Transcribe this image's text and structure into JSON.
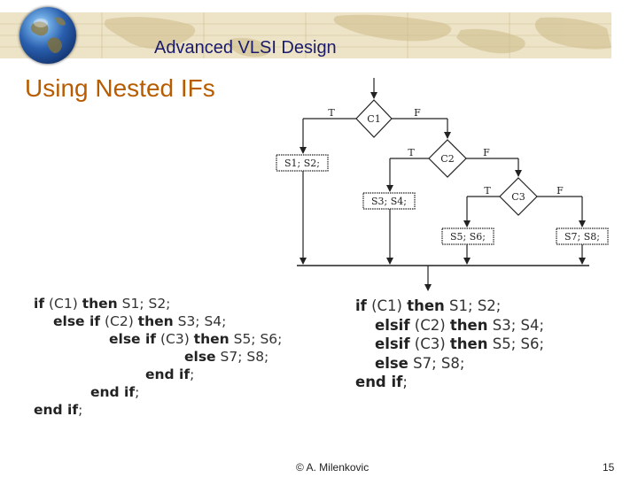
{
  "header": {
    "course_title": "Advanced VLSI Design",
    "globe_icon": "globe-icon"
  },
  "slide": {
    "title": "Using Nested IFs"
  },
  "flowchart": {
    "conditions": [
      "C1",
      "C2",
      "C3"
    ],
    "statements": [
      "S1; S2;",
      "S3; S4;",
      "S5; S6;",
      "S7; S8;"
    ],
    "true_label": "T",
    "false_label": "F"
  },
  "code_left": [
    [
      {
        "t": "if",
        "k": true
      },
      {
        "t": " (C1) ",
        "k": false
      },
      {
        "t": "then",
        "k": true
      },
      {
        "t": " S1; S2;",
        "k": false
      }
    ],
    [
      {
        "t": "else if",
        "k": true
      },
      {
        "t": " (C2) ",
        "k": false
      },
      {
        "t": "then",
        "k": true
      },
      {
        "t": " S3; S4;",
        "k": false
      }
    ],
    [
      {
        "t": "else if",
        "k": true
      },
      {
        "t": " (C3) ",
        "k": false
      },
      {
        "t": "then",
        "k": true
      },
      {
        "t": " S5; S6;",
        "k": false
      }
    ],
    [
      {
        "t": "else",
        "k": true
      },
      {
        "t": " S7; S8;",
        "k": false
      }
    ],
    [
      {
        "t": "end if",
        "k": true
      },
      {
        "t": ";",
        "k": false
      }
    ],
    [
      {
        "t": "end if",
        "k": true
      },
      {
        "t": ";",
        "k": false
      }
    ],
    [
      {
        "t": "end if",
        "k": true
      },
      {
        "t": ";",
        "k": false
      }
    ]
  ],
  "code_right": [
    [
      {
        "t": "if",
        "k": true
      },
      {
        "t": " (C1) ",
        "k": false
      },
      {
        "t": "then",
        "k": true
      },
      {
        "t": " S1; S2;",
        "k": false
      }
    ],
    [
      {
        "t": "elsif",
        "k": true
      },
      {
        "t": " (C2) ",
        "k": false
      },
      {
        "t": "then",
        "k": true
      },
      {
        "t": " S3; S4;",
        "k": false
      }
    ],
    [
      {
        "t": "elsif",
        "k": true
      },
      {
        "t": " (C3) ",
        "k": false
      },
      {
        "t": "then",
        "k": true
      },
      {
        "t": " S5; S6;",
        "k": false
      }
    ],
    [
      {
        "t": "else",
        "k": true
      },
      {
        "t": " S7; S8;",
        "k": false
      }
    ],
    [
      {
        "t": "end if",
        "k": true
      },
      {
        "t": ";",
        "k": false
      }
    ]
  ],
  "footer": {
    "copyright": "© A. Milenkovic",
    "page_number": "15"
  }
}
